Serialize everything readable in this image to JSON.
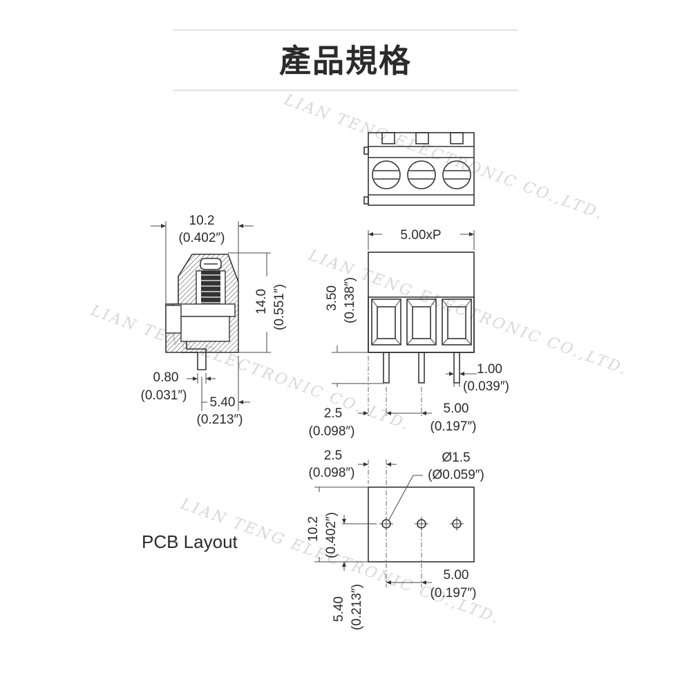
{
  "header": {
    "title": "產品規格"
  },
  "watermark": {
    "text": "LIAN TENG ELECTRONIC CO.,LTD."
  },
  "side_view": {
    "width": "10.2",
    "width_in": "(0.402″)",
    "height": "14.0",
    "height_in": "(0.551″)",
    "pin": "0.80",
    "pin_in": "(0.031″)",
    "offset": "5.40",
    "offset_in": "(0.213″)"
  },
  "front_view": {
    "pitch": "5.00xP",
    "height": "3.50",
    "height_in": "(0.138″)",
    "pin_width": "1.00",
    "pin_width_in": "(0.039″)",
    "edge": "2.5",
    "edge_in": "(0.098″)",
    "spacing": "5.00",
    "spacing_in": "(0.197″)"
  },
  "pcb_layout": {
    "label": "PCB Layout",
    "edge": "2.5",
    "edge_in": "(0.098″)",
    "hole": "Ø1.5",
    "hole_in": "(Ø0.059″)",
    "depth": "10.2",
    "depth_in": "(0.402″)",
    "offset": "5.40",
    "offset_in": "(0.213″)",
    "spacing": "5.00",
    "spacing_in": "(0.197″)"
  }
}
